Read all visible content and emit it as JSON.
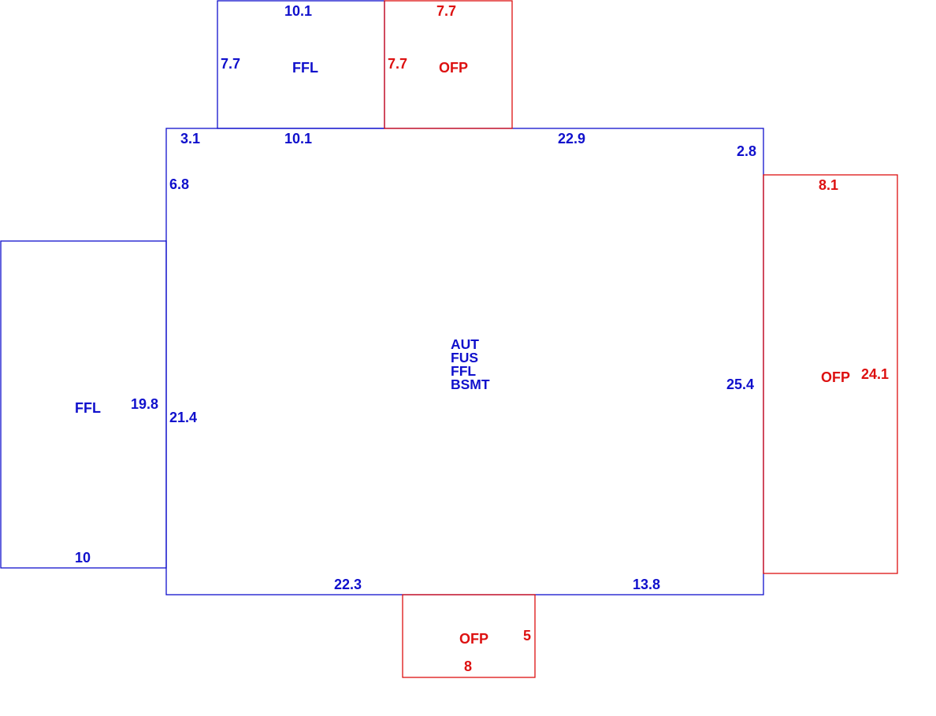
{
  "colors": {
    "primary": "#1010cc",
    "porch": "#dd1111",
    "background": "#ffffff"
  },
  "areas": {
    "main": {
      "codes": [
        "AUT",
        "FUS",
        "FFL",
        "BSMT"
      ],
      "dims": {
        "top_left": "3.1",
        "top_mid": "10.1",
        "top_right": "22.9",
        "right_top": "2.8",
        "left_upper": "6.8",
        "left_lower": "21.4",
        "right": "25.4",
        "bottom_left": "22.3",
        "bottom_right": "13.8"
      }
    },
    "top_ffl": {
      "code": "FFL",
      "top": "10.1",
      "side": "7.7"
    },
    "top_ofp": {
      "code": "OFP",
      "top": "7.7",
      "side": "7.7"
    },
    "left_ffl": {
      "code": "FFL",
      "side": "19.8",
      "bottom": "10"
    },
    "right_ofp": {
      "code": "OFP",
      "top": "8.1",
      "side": "24.1"
    },
    "bottom_ofp": {
      "code": "OFP",
      "side": "5",
      "bottom": "8"
    }
  }
}
